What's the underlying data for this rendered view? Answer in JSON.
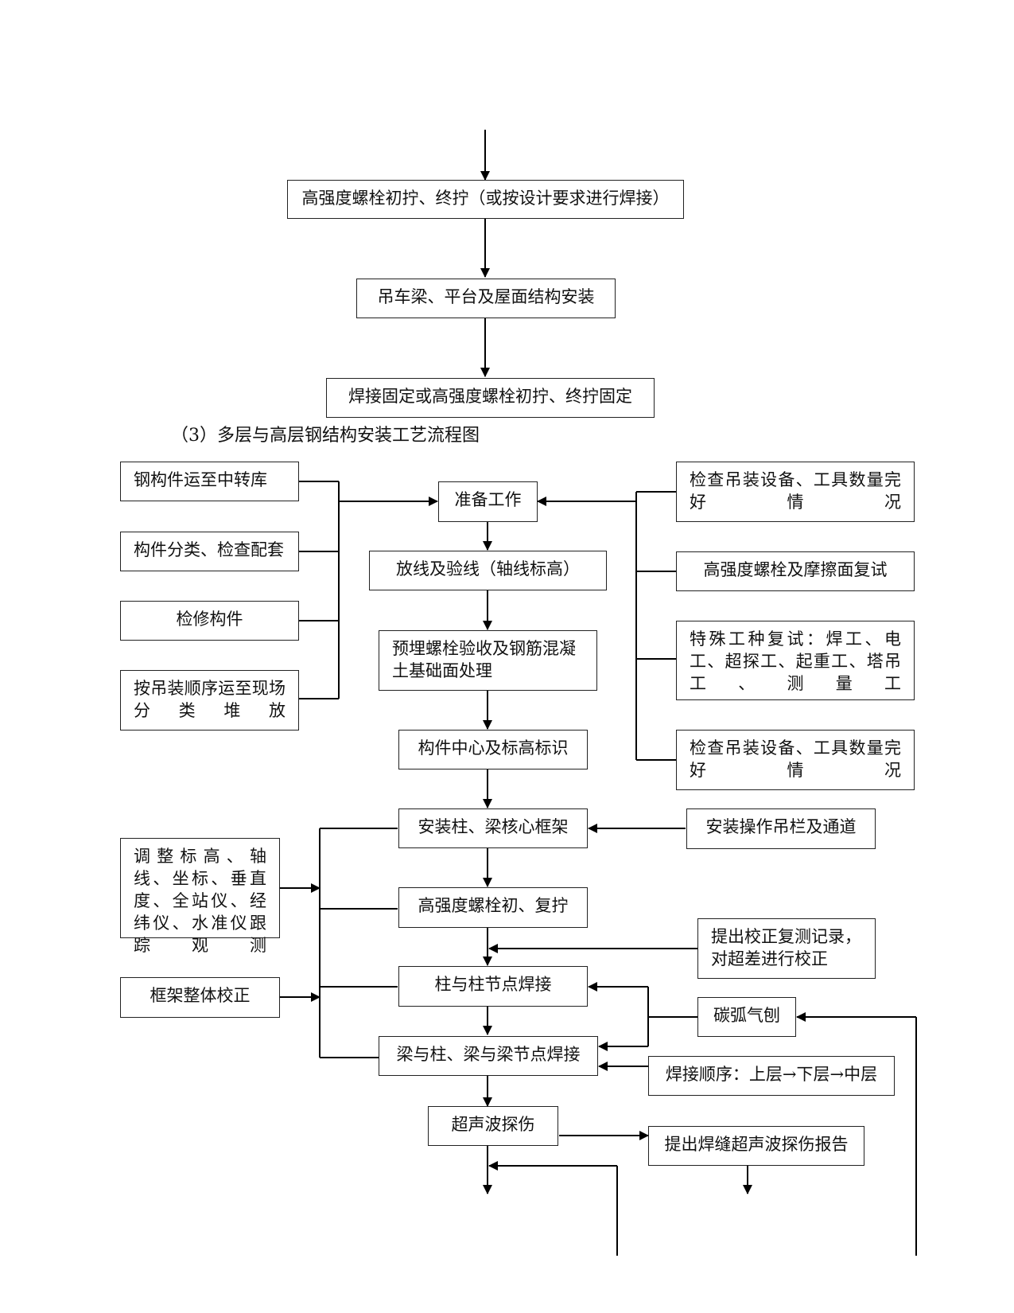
{
  "top_flow": {
    "step1": "高强度螺栓初拧、终拧（或按设计要求进行焊接）",
    "step2": "吊车梁、平台及屋面结构安装",
    "step3": "焊接固定或高强度螺栓初拧、终拧固定"
  },
  "section_caption": "（3）多层与高层钢结构安装工艺流程图",
  "left_inputs": {
    "a": "钢构件运至中转库",
    "b": "构件分类、检查配套",
    "c": "检修构件",
    "d": "按吊装顺序运至现场分类堆放"
  },
  "main_flow": {
    "prep": "准备工作",
    "layout": "放线及验线（轴线标高）",
    "anchor": "预埋螺栓验收及钢筋混凝土基础面处理",
    "mark": "构件中心及标高标识",
    "core": "安装柱、梁核心框架",
    "bolt": "高强度螺栓初、复拧",
    "col_weld": "柱与柱节点焊接",
    "beam_weld": "梁与柱、梁与梁节点焊接",
    "ut": "超声波探伤"
  },
  "right_inputs": {
    "r1": "检查吊装设备、工具数量完好情况",
    "r2": "高强度螺栓及摩擦面复试",
    "r3": "特殊工种复试：焊工、电工、超探工、起重工、塔吊工、测量工",
    "r4": "检查吊装设备、工具数量完好情况"
  },
  "side_boxes": {
    "railing": "安装操作吊栏及通道",
    "adjust": "调整标高、轴线、坐标、垂直度、全站仪、经纬仪、水准仪跟踪观测",
    "frame_correct": "框架整体校正",
    "record": "提出校正复测记录，\n对超差进行校正",
    "gouging": "碳弧气刨",
    "sequence": "焊接顺序：上层→下层→中层",
    "report": "提出焊缝超声波探伤报告"
  }
}
